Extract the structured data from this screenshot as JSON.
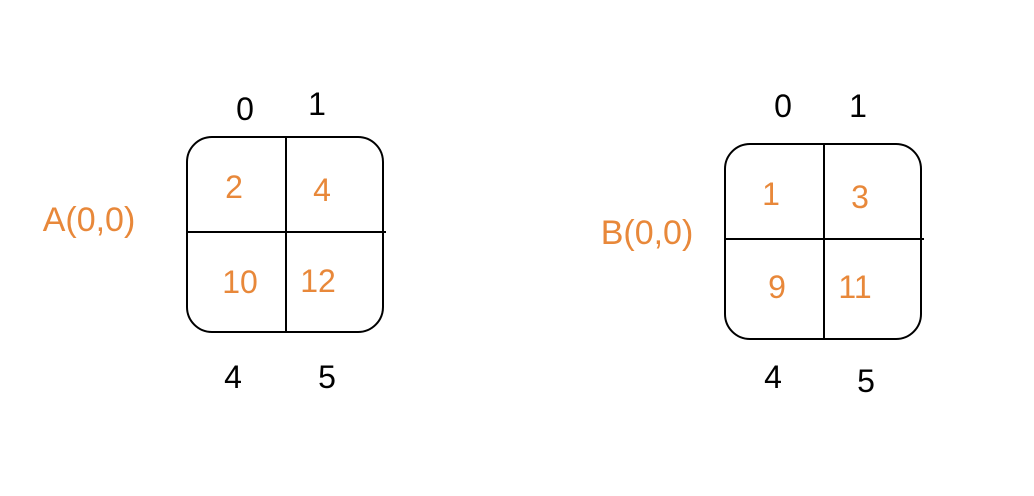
{
  "colors": {
    "accent": "#E8883A",
    "ink": "#000000",
    "background": "#FFFFFF"
  },
  "grid_a": {
    "name": "A(0,0)",
    "top_indices": [
      "0",
      "1"
    ],
    "bottom_indices": [
      "4",
      "5"
    ],
    "cells": [
      "2",
      "4",
      "10",
      "12"
    ]
  },
  "grid_b": {
    "name": "B(0,0)",
    "top_indices": [
      "0",
      "1"
    ],
    "bottom_indices": [
      "4",
      "5"
    ],
    "cells": [
      "1",
      "3",
      "9",
      "11"
    ]
  }
}
